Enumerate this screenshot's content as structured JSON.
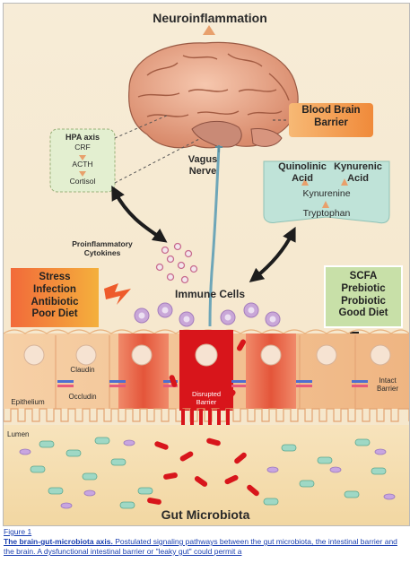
{
  "diagram": {
    "title": "Neuroinflammation",
    "blood_brain_barrier": "Blood Brain Barrier",
    "hpa": {
      "title": "HPA axis",
      "items": [
        "CRF",
        "ACTH",
        "Cortisol"
      ]
    },
    "vagus_nerve": "Vagus Nerve",
    "kynurenine_box": {
      "quinolinic_acid": "Quinolinic Acid",
      "kynurenic_acid": "Kynurenic Acid",
      "kynurenine": "Kynurenine",
      "tryptophan": "Tryptophan"
    },
    "cytokines": "Proinflammatory Cytokines",
    "stress_box": [
      "Stress",
      "Infection",
      "Antibiotic",
      "Poor Diet"
    ],
    "scfa_box": [
      "SCFA",
      "Prebiotic",
      "Probiotic",
      "Good Diet"
    ],
    "immune_cells": "Immune Cells",
    "claudin": "Claudin",
    "occludin": "Occludin",
    "epithelium": "Epithelium",
    "disrupted_barrier": "Disrupted Barrier",
    "intact_barrier": "Intact Barrier",
    "lumen": "Lumen",
    "gut_microbiota": "Gut Microbiota",
    "colors": {
      "stress_box": "#e8472a",
      "scfa_box": "#c8e0a8",
      "kynurenine_box": "#bfe3d8",
      "hpa_box": "#e3efd0",
      "bbb_box": "#f4a25a",
      "disrupted_cell": "#d8151b",
      "immune_cell": "#c9a7d8"
    }
  },
  "caption": {
    "figure_label": "Figure 1",
    "title": "The brain-gut-microbiota axis.",
    "text": " Postulated signaling pathways between the gut microbiota, the intestinal barrier and the brain. A dysfunctional intestinal barrier or \"leaky gut\" could permit a"
  }
}
